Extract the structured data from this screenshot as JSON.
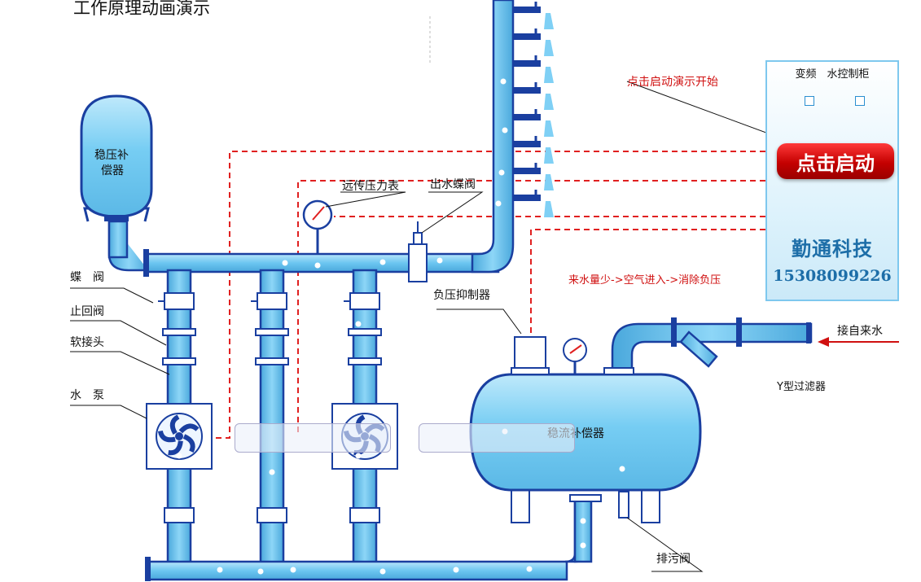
{
  "title": "工作原理动画演示",
  "labels": {
    "surge_tank": [
      "稳压补",
      "偿器"
    ],
    "remote_gauge": "远传压力表",
    "outlet_valve": "出水蝶阀",
    "butterfly_valve": "蝶　阀",
    "check_valve": "止回阀",
    "soft_joint": "软接头",
    "pump": "水　泵",
    "negative_pressure_suppressor": "负压抑制器",
    "flow_stabilizer": "稳流补偿器",
    "drain_valve": "排污阀",
    "y_filter": "Y型过滤器",
    "inlet": "接自来水",
    "hint_start": "点击启动演示开始",
    "hint_air": "来水量少->空气进入->消除负压"
  },
  "panel": {
    "header": "变频　水控制柜",
    "start_button": "点击启动",
    "brand": "勤通科技",
    "phone": "15308099226"
  },
  "colors": {
    "water": "#7fd0f5",
    "pipe_outline": "#1a3fa0",
    "signal_line": "#e02020",
    "accent_red": "#d01010"
  },
  "icons": [
    "fan-icon",
    "pressure-gauge-icon",
    "faucet-icon",
    "arrow-left-icon"
  ]
}
